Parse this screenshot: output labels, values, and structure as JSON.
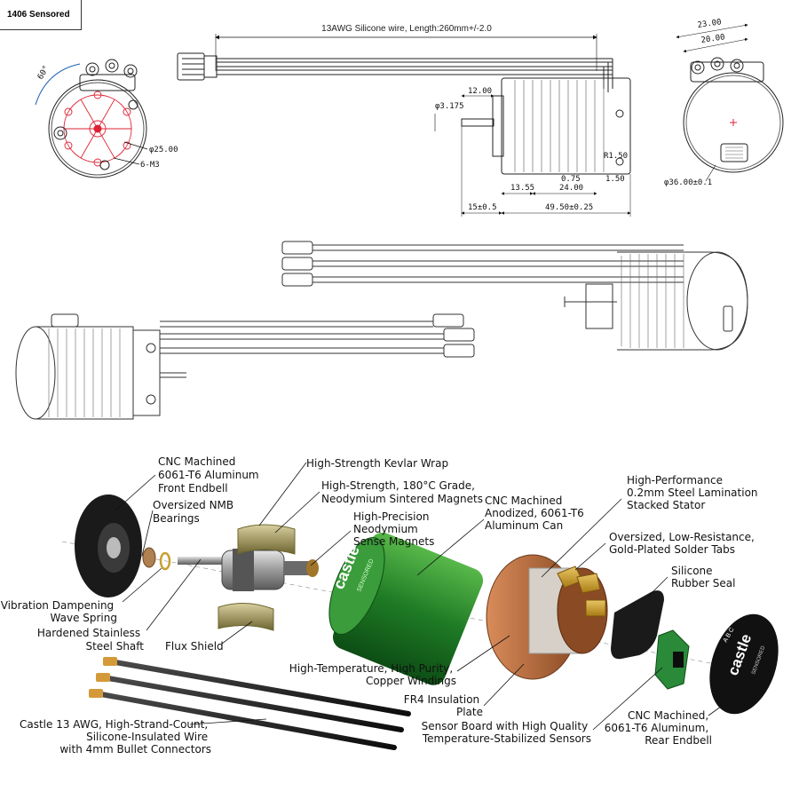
{
  "tag": "1406 Sensored",
  "drawing": {
    "wire_spec": "13AWG Silicone wire, Length:260mm+/-2.0",
    "dims": {
      "top_23": "23.00",
      "top_20": "20.00",
      "angle": "60°",
      "d25": "φ25.00",
      "m3": "6-M3",
      "shaft_d": "φ3.175",
      "d12": "12.00",
      "r150": "R1.50",
      "d075": "0.75",
      "d150": "1.50",
      "d1355": "13.55",
      "d24": "24.00",
      "d15": "15±0.5",
      "d4950": "49.50±0.25",
      "d36": "φ36.00±0.1"
    }
  },
  "labels": {
    "front_endbell": [
      "CNC Machined",
      "6061-T6 Aluminum",
      "Front Endbell"
    ],
    "bearings": [
      "Oversized NMB",
      "Bearings"
    ],
    "kevlar": [
      "High-Strength Kevlar Wrap"
    ],
    "magnets": [
      "High-Strength, 180°C Grade,",
      "Neodymium Sintered Magnets"
    ],
    "sense_magnets": [
      "High-Precision",
      "Neodymium",
      "Sense Magnets"
    ],
    "can": [
      "CNC Machined",
      "Anodized, 6061-T6",
      "Aluminum Can"
    ],
    "stator": [
      "High-Performance",
      "0.2mm Steel Lamination",
      "Stacked Stator"
    ],
    "solder_tabs": [
      "Oversized, Low-Resistance,",
      "Gold-Plated Solder Tabs"
    ],
    "seal": [
      "Silicone",
      "Rubber Seal"
    ],
    "wave_spring": [
      "Vibration Dampening",
      "Wave Spring"
    ],
    "shaft": [
      "Hardened Stainless",
      "Steel Shaft"
    ],
    "flux_shield": [
      "Flux Shield"
    ],
    "windings": [
      "High-Temperature, High Purity,",
      "Copper Windings"
    ],
    "fr4": [
      "FR4 Insulation",
      "Plate"
    ],
    "sensor_board": [
      "Sensor Board with High Quality",
      "Temperature-Stabilized Sensors"
    ],
    "rear_endbell": [
      "CNC Machined,",
      "6061-T6 Aluminum,",
      "Rear Endbell"
    ],
    "wire": [
      "Castle 13 AWG, High-Strand-Count,",
      "Silicone-Insulated Wire",
      "with 4mm Bullet Connectors"
    ]
  },
  "can_logo": "castle",
  "can_sub": "SENSORED",
  "cap_logo": "castle",
  "cap_sub": "SENSORED",
  "cap_abc": "A B C",
  "colors": {
    "can": "#2e8b2e",
    "copper": "#b36a3a",
    "gold": "#c89b2a",
    "board": "#2a8a3a"
  }
}
